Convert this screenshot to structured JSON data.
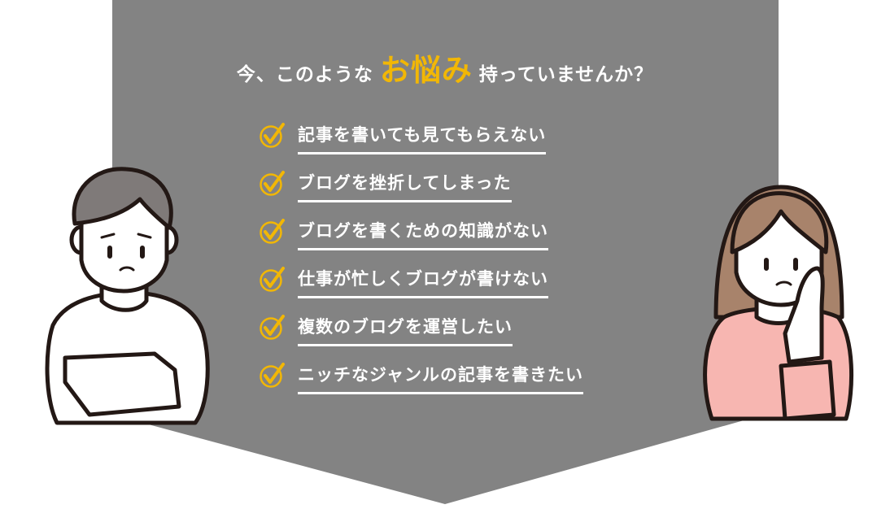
{
  "heading": {
    "before": "今、このような",
    "accent": "お悩み",
    "after": "持っていませんか？"
  },
  "items": [
    {
      "label": "記事を書いても見てもらえない"
    },
    {
      "label": "ブログを挫折してしまった"
    },
    {
      "label": "ブログを書くための知識がない"
    },
    {
      "label": "仕事が忙しくブログが書けない"
    },
    {
      "label": "複数のブログを運営したい"
    },
    {
      "label": "ニッチなジャンルの記事を書きたい"
    }
  ],
  "icons": {
    "check": "check-circle-icon"
  },
  "colors": {
    "panel": "#838383",
    "accent": "#f2b705",
    "shirt_woman": "#f7b6b1",
    "hair_woman": "#a8836b",
    "hair_man": "#7f7a79"
  }
}
